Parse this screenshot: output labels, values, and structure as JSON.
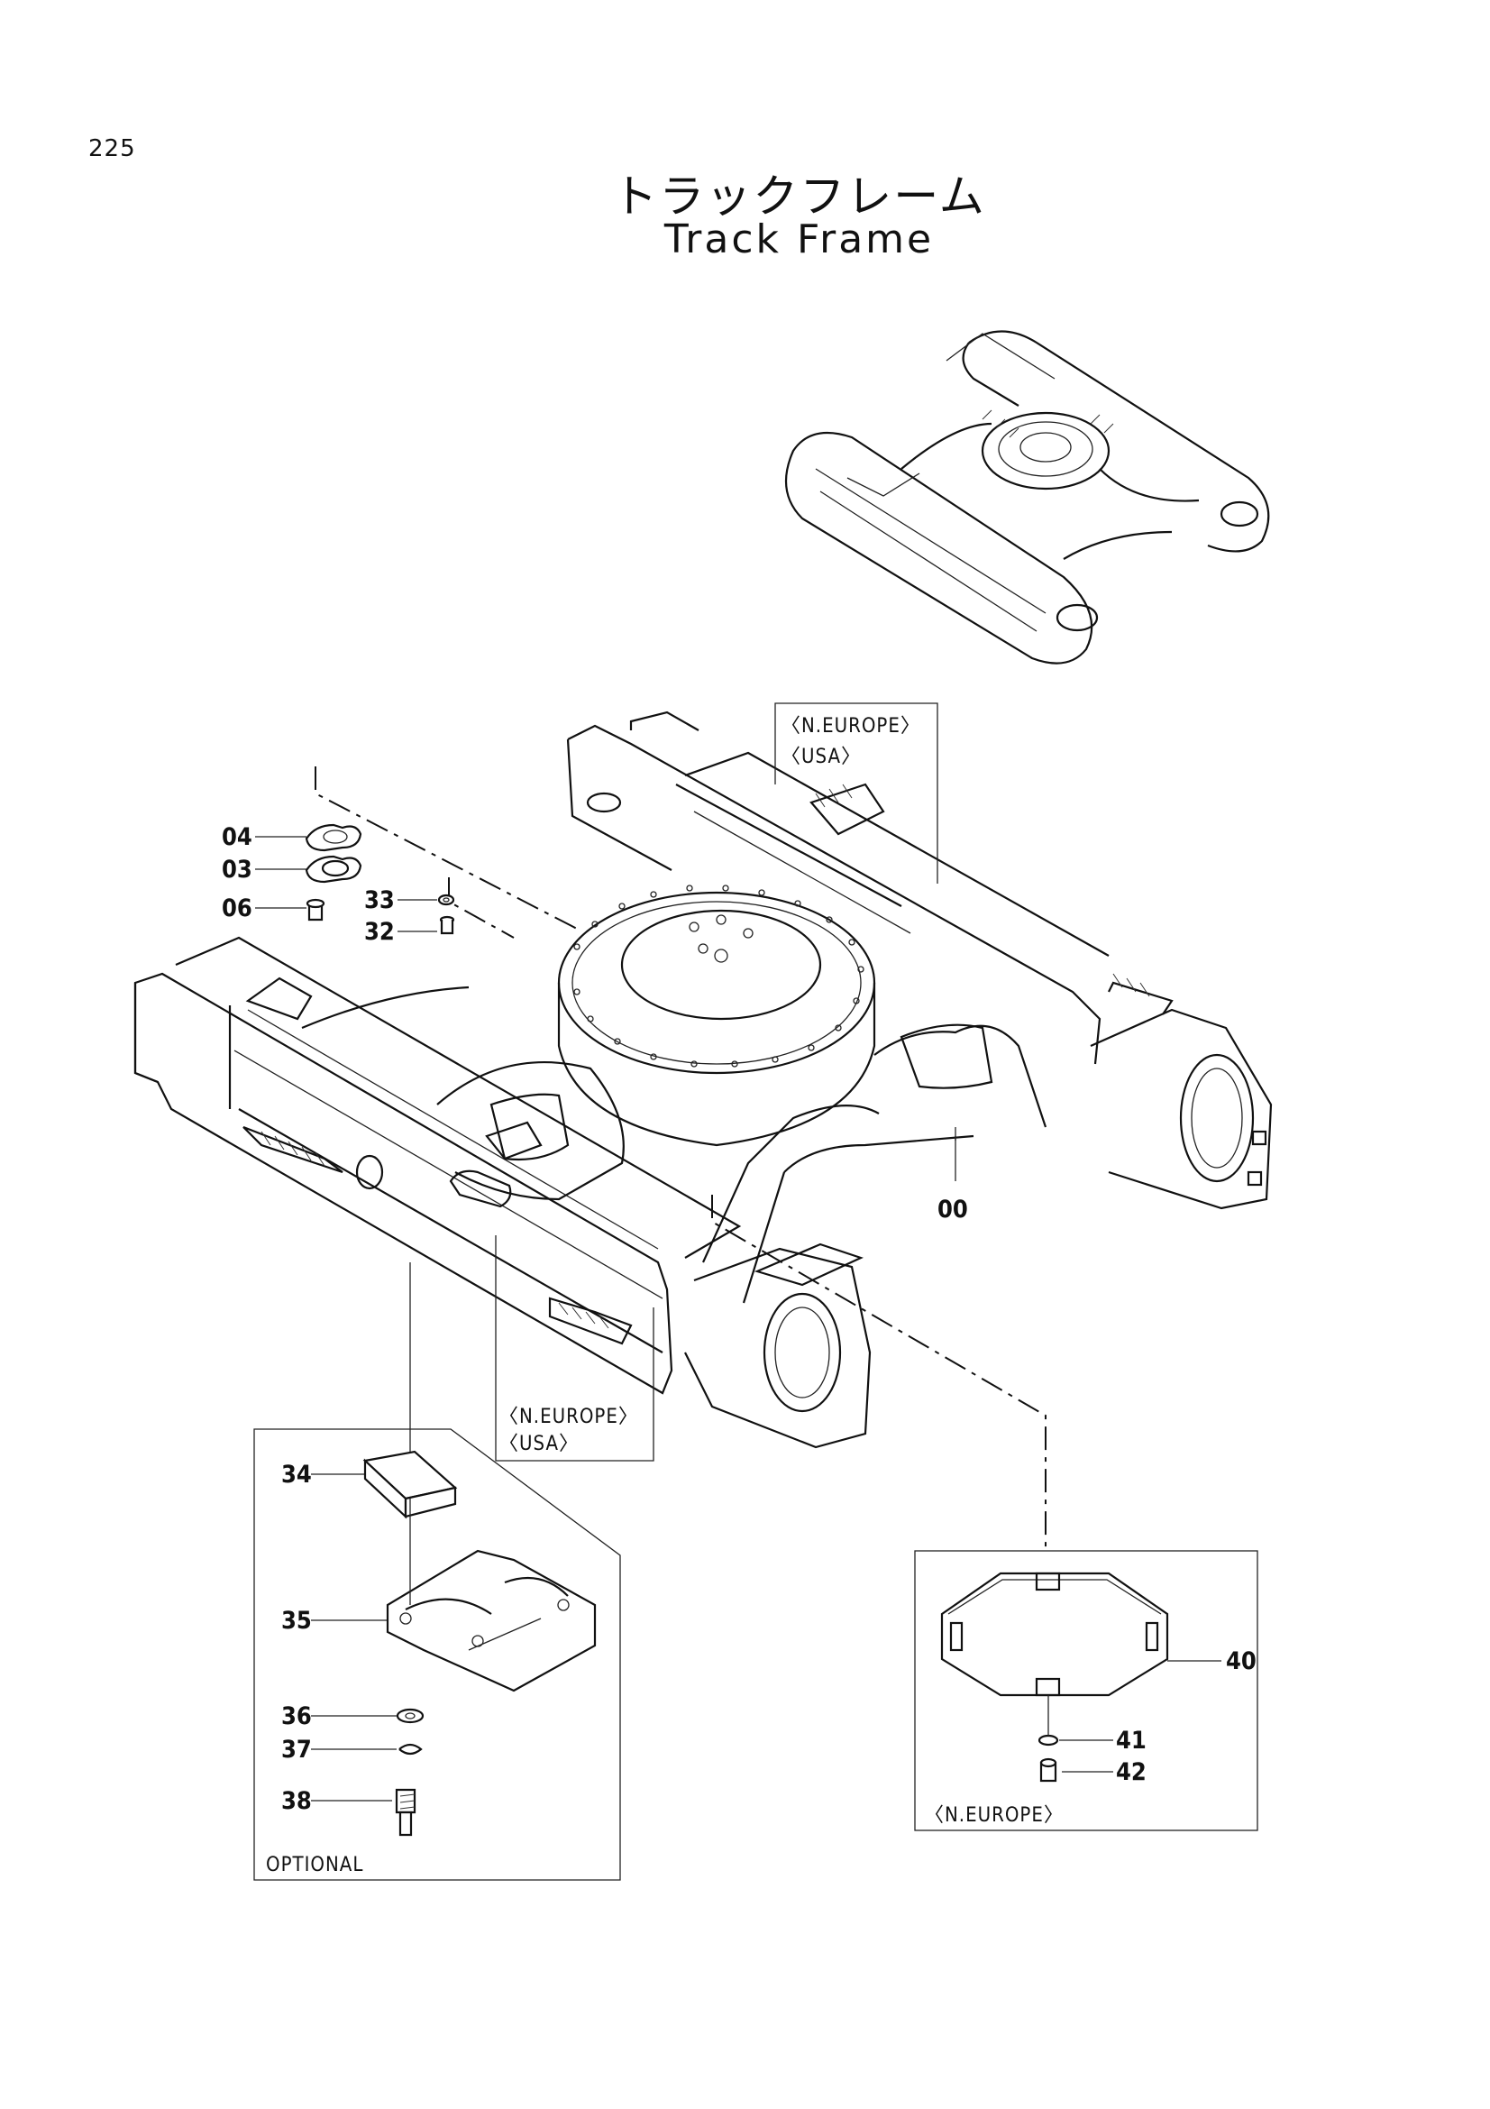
{
  "page": {
    "number": "225"
  },
  "title": {
    "ja": "トラックフレーム",
    "en": "Track Frame"
  },
  "callouts": {
    "c00": "00",
    "c03": "03",
    "c04": "04",
    "c06": "06",
    "c32": "32",
    "c33": "33",
    "c34": "34",
    "c35": "35",
    "c36": "36",
    "c37": "37",
    "c38": "38",
    "c40": "40",
    "c41": "41",
    "c42": "42"
  },
  "notes": {
    "neurope_top": "〈N.EUROPE〉",
    "usa_top": "〈USA〉",
    "neurope_mid": "〈N.EUROPE〉",
    "usa_mid": "〈USA〉",
    "optional": "OPTIONAL",
    "neurope_box": "〈N.EUROPE〉"
  }
}
